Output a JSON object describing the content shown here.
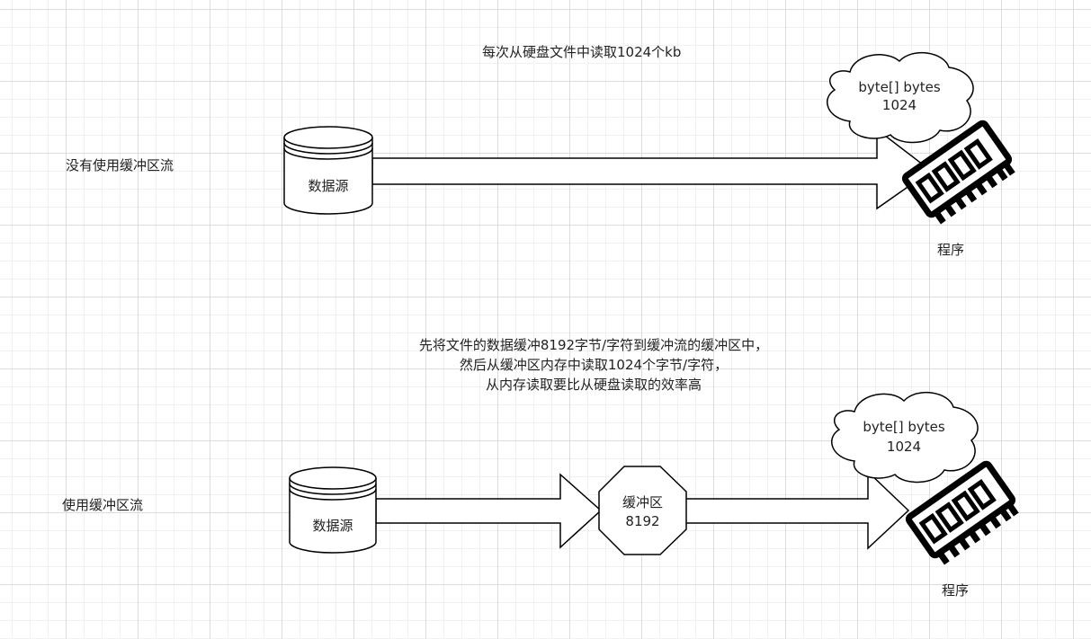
{
  "section1": {
    "side_label": "没有使用缓冲区流",
    "note": "每次从硬盘文件中读取1024个kb",
    "source_label": "数据源",
    "cloud_line1": "byte[] bytes",
    "cloud_line2": "1024",
    "program_label": "程序"
  },
  "section2": {
    "side_label": "使用缓冲区流",
    "note_line1": "先将文件的数据缓冲8192字节/字符到缓冲流的缓冲区中，",
    "note_line2": "然后从缓冲区内存中读取1024个字节/字符，",
    "note_line3": "从内存读取要比从硬盘读取的效率高",
    "source_label": "数据源",
    "buffer_line1": "缓冲区",
    "buffer_line2": "8192",
    "cloud_line1": "byte[] bytes",
    "cloud_line2": "1024",
    "program_label": "程序"
  },
  "icons": [
    "database-icon",
    "cloud-shape",
    "memory-chip-icon",
    "octagon-shape",
    "arrow-shape"
  ]
}
